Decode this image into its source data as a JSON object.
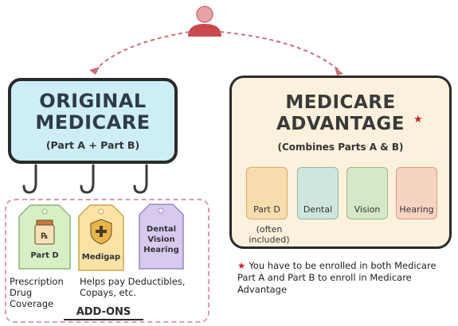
{
  "original_medicare": {
    "title_line1": "ORIGINAL",
    "title_line2": "MEDICARE",
    "subtitle": "(Part A + Part B)"
  },
  "add_ons": {
    "heading": "ADD-ONS",
    "tags": [
      {
        "label": "Part D",
        "icon": "rx-bottle-icon",
        "color": "#d7efc4",
        "caption": "Prescription Drug Coverage"
      },
      {
        "label": "Medigap",
        "icon": "shield-plus-icon",
        "color": "#fbe3a6",
        "caption": "Helps pay Deductibles, Copays, etc."
      },
      {
        "label_lines": [
          "Dental",
          "Vision",
          "Hearing"
        ],
        "icon": "",
        "color": "#d8c9ef"
      }
    ]
  },
  "medicare_advantage": {
    "title_line1": "MEDICARE",
    "title_line2": "ADVANTAGE",
    "star": "★",
    "subtitle": "(Combines Parts A & B)",
    "tiles": [
      {
        "label": "Part D",
        "icon": "rx-bottle-icon",
        "color": "#f7dcae"
      },
      {
        "label": "Dental",
        "icon": "tooth-icon",
        "color": "#cfe6dd"
      },
      {
        "label": "Vision",
        "icon": "eye-icon",
        "color": "#d5e8c8"
      },
      {
        "label": "Hearing",
        "icon": "ear-icon",
        "color": "#f7d3c2"
      }
    ],
    "part_d_note_line1": "(often",
    "part_d_note_line2": "included)"
  },
  "footnote": {
    "star": "★",
    "text": "You have to be enrolled in both Medicare Part A and Part B to enroll in Medicare Advantage"
  },
  "colors": {
    "accent_red": "#c0262c",
    "arrow": "#c8707a",
    "om_fill": "#cdeef6",
    "ma_fill": "#fbf1dc"
  }
}
